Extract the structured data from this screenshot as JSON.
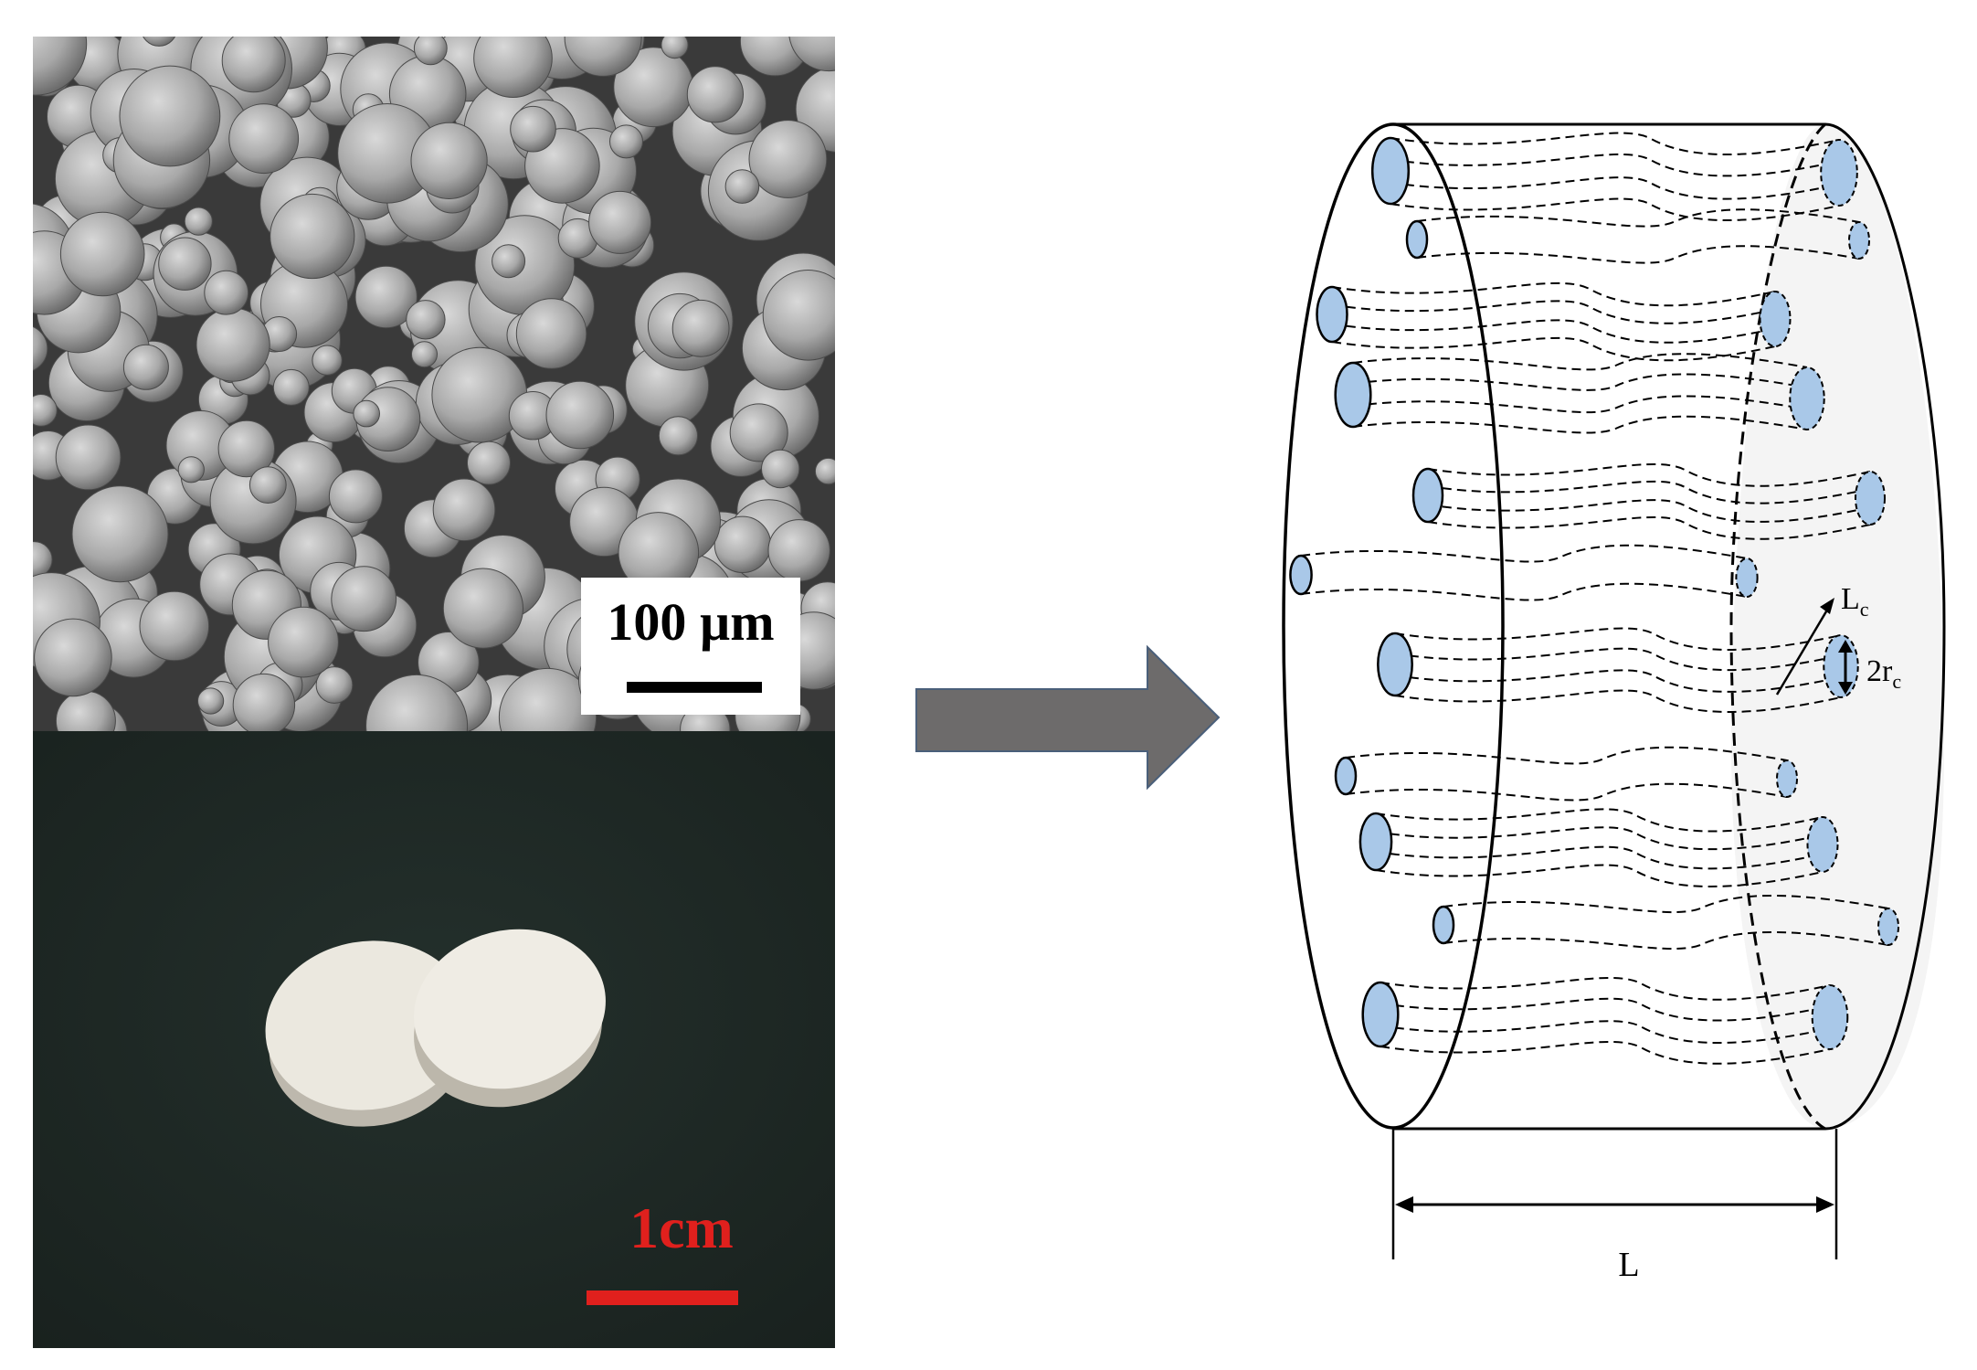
{
  "sem_image": {
    "scale_label": "100 µm",
    "colors": {
      "background": "#6f6f6f",
      "scalebar": "#000000"
    }
  },
  "photo_image": {
    "scale_label": "1cm",
    "colors": {
      "background": "#1f2a27",
      "disk": "#ece9df",
      "scalebar": "#e0201d"
    }
  },
  "arrow": {
    "color": "#6d6b6b",
    "direction": "right"
  },
  "diagram": {
    "labels": {
      "pore_length": "L",
      "pore_length_subscript": "c",
      "pore_diameter_prefix": "2r",
      "pore_diameter_subscript": "c",
      "cylinder_length": "L"
    },
    "colors": {
      "pore_fill": "#a9c8e8",
      "cylinder_shade": "#f4f4f4",
      "outline": "#000000"
    }
  }
}
